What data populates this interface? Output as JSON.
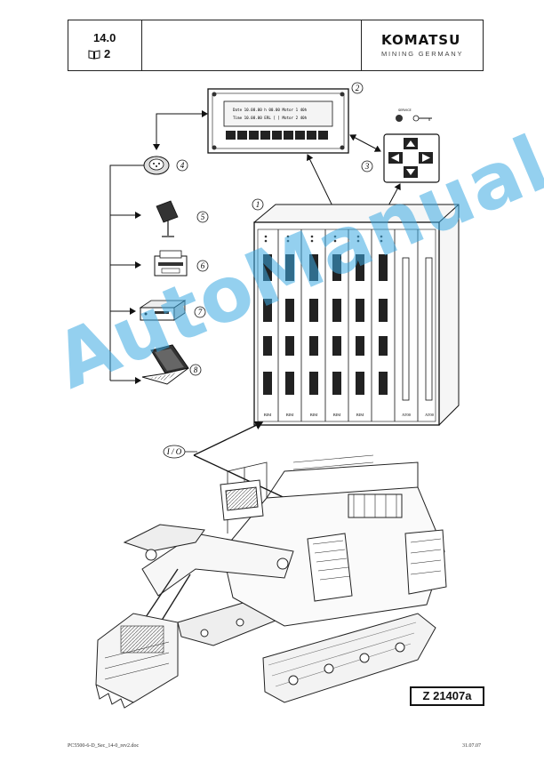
{
  "header": {
    "section": "14.0",
    "page": "2",
    "brand": "KOMATSU",
    "brand_subtitle": "MINING GERMANY"
  },
  "callouts": {
    "c1": "1",
    "c2": "2",
    "c3": "3",
    "c4": "4",
    "c5": "5",
    "c6": "6",
    "c7": "7",
    "c8": "8",
    "io": "I / O"
  },
  "keypad": {
    "label": "SERVICE"
  },
  "display": {
    "line1": "Date 10.08.00   h  00.00   Motor 1  40h",
    "line2": "Time 10.08.00   ERL [  ]   Motor 2  40h"
  },
  "rack": {
    "bottom_labels": [
      "BIM",
      "BIM",
      "BIM",
      "BIM",
      "BIM",
      "AT00",
      "AT00"
    ]
  },
  "figure_ref": "Z 21407a",
  "footer": {
    "file": "PC5500-6-D_Sec_14-0_rev2.doc",
    "date": "31.07.07"
  },
  "watermark": "AutoManual"
}
